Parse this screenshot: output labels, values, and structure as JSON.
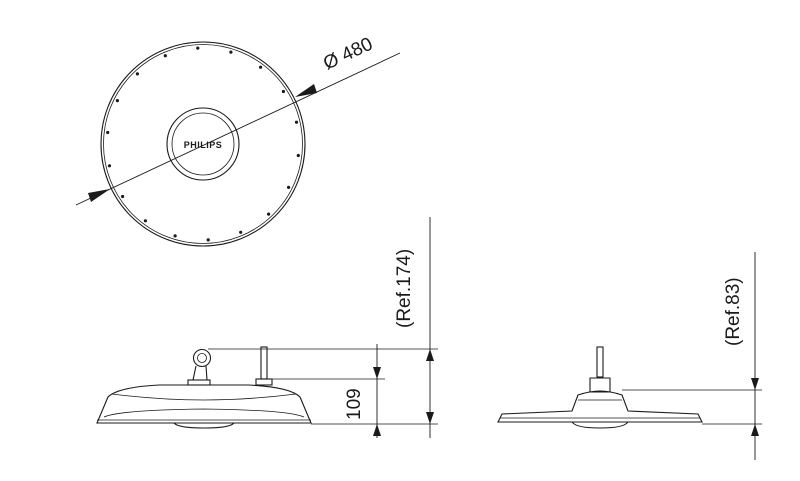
{
  "drawing": {
    "logo_text": "PHILIPS",
    "dimensions": {
      "diameter": "Ø 480",
      "height_total": "(Ref.174)",
      "height_body": "109",
      "height_side": "(Ref.83)"
    }
  }
}
